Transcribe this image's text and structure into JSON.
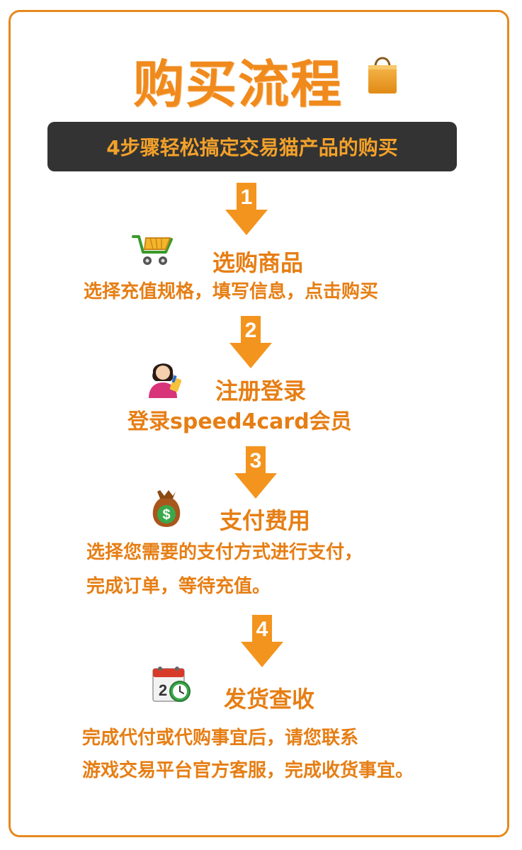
{
  "header": {
    "title": "购买流程",
    "subtitle": "4步骤轻松搞定交易猫产品的购买"
  },
  "colors": {
    "accent": "#f08a1c",
    "banner_bg": "#333333",
    "banner_text": "#f3a12a",
    "border": "#e6891e"
  },
  "steps": [
    {
      "number": "1",
      "icon": "shopping-cart-icon",
      "title": "选购商品",
      "desc_line1": "选择充值规格，填写信息，点击购买",
      "desc_line2": ""
    },
    {
      "number": "2",
      "icon": "user-avatar-icon",
      "title": "注册登录",
      "desc_line1": "登录speed4card会员",
      "desc_line2": ""
    },
    {
      "number": "3",
      "icon": "money-bag-icon",
      "title": "支付费用",
      "desc_line1": "选择您需要的支付方式进行支付，",
      "desc_line2": "完成订单，等待充值。"
    },
    {
      "number": "4",
      "icon": "calendar-clock-icon",
      "title": "发货查收",
      "desc_line1": "完成代付或代购事宜后，请您联系",
      "desc_line2": "游戏交易平台官方客服，完成收货事宜。"
    }
  ]
}
